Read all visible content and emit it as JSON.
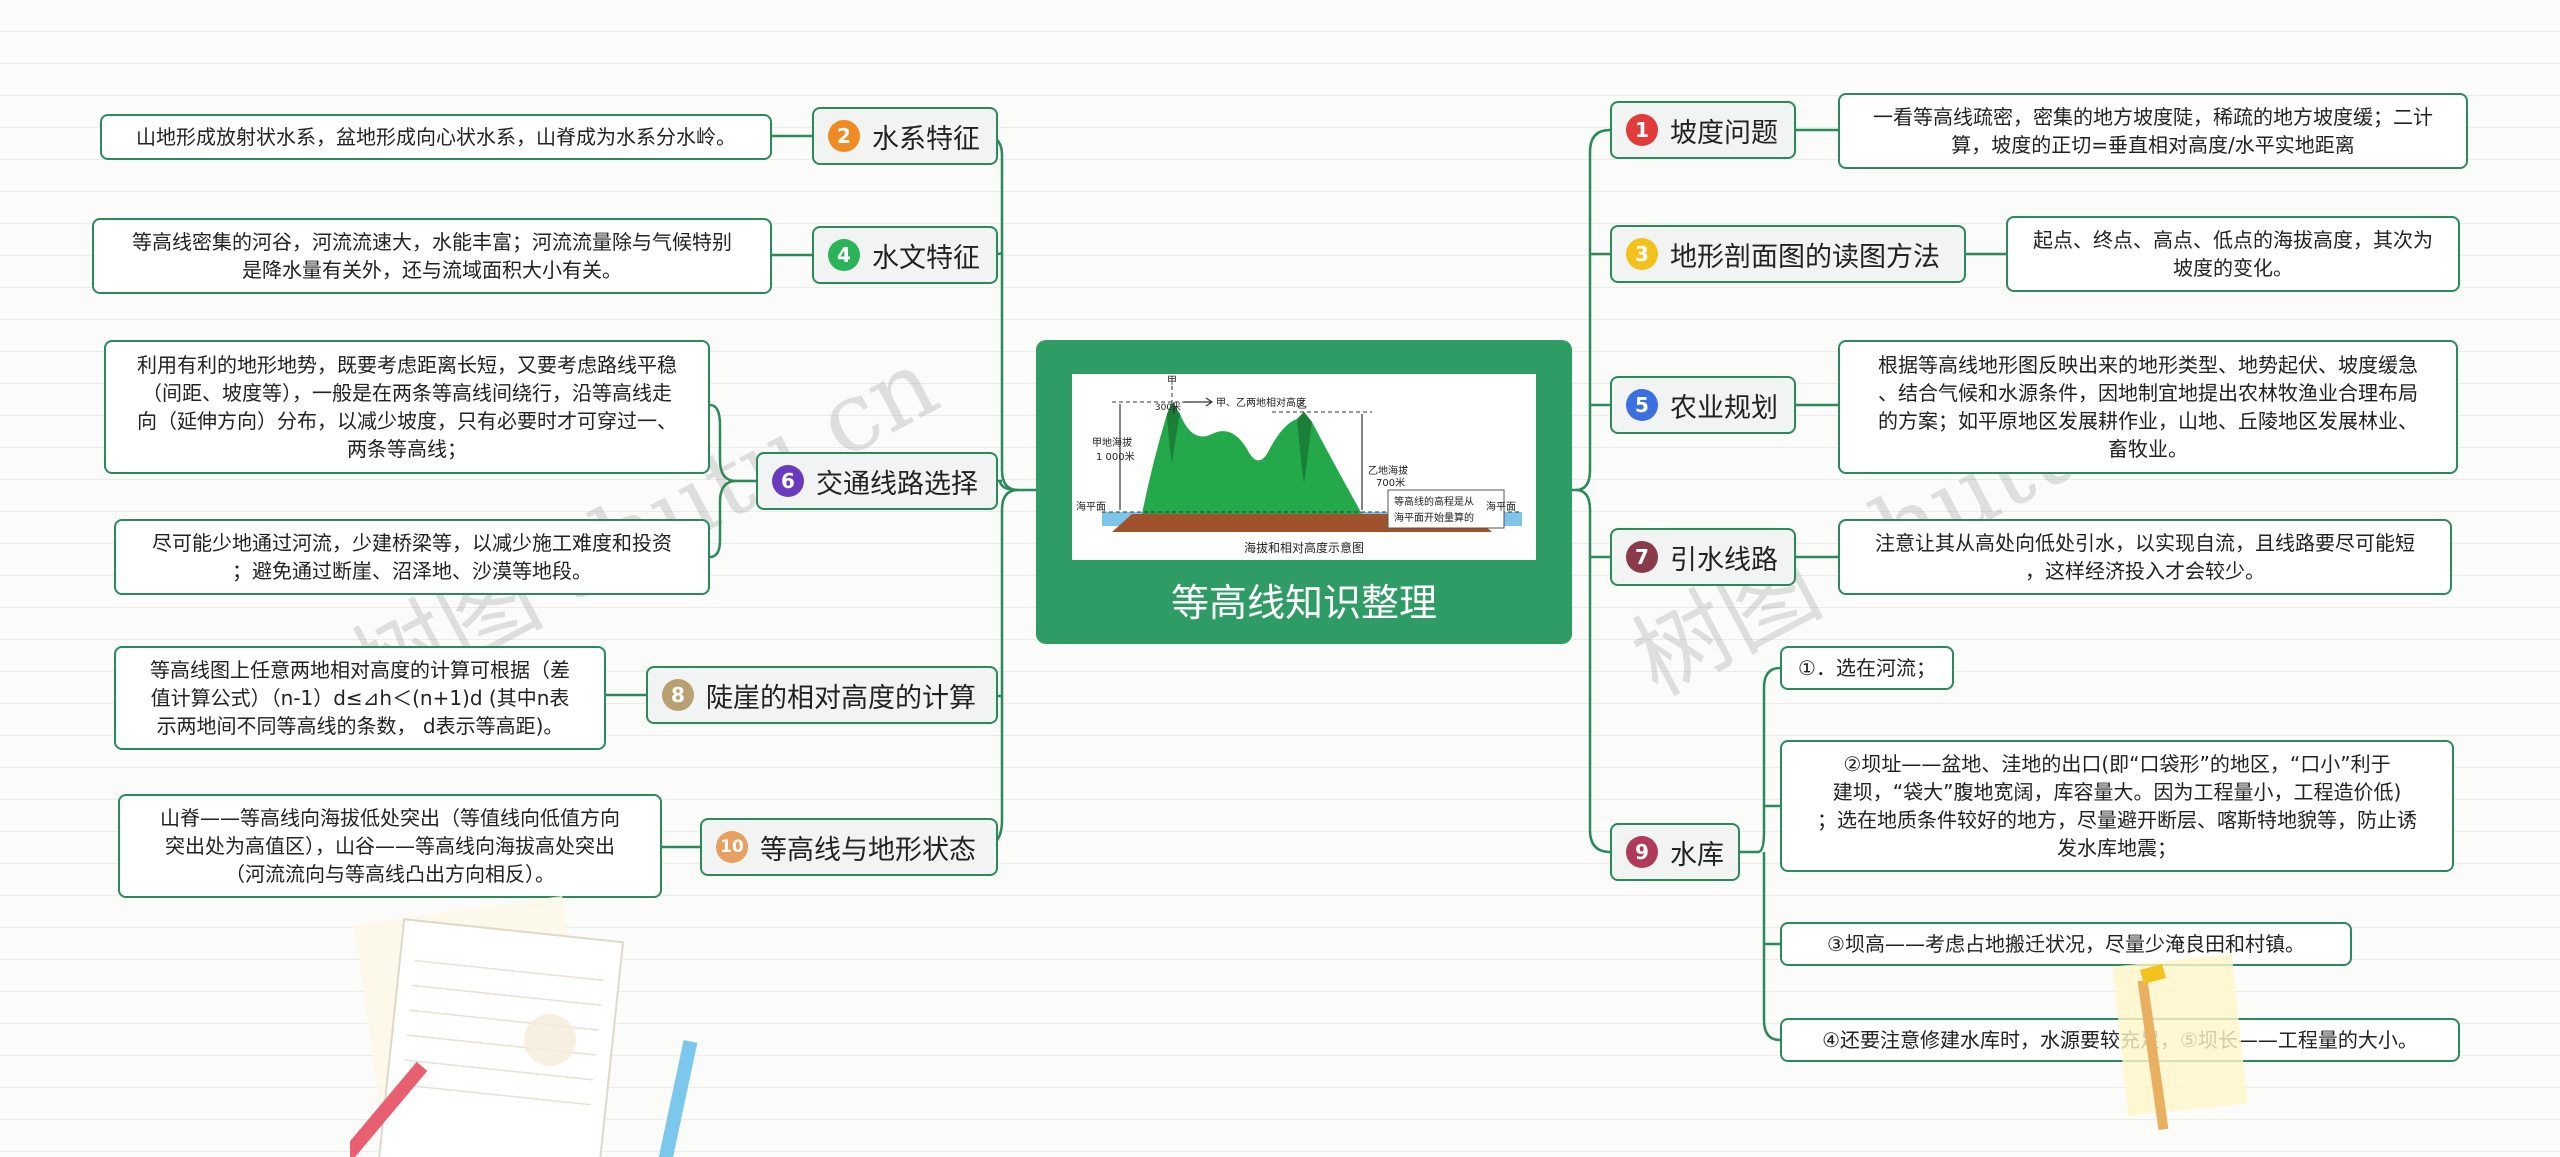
{
  "center": {
    "title": "等高线知识整理",
    "illustration": {
      "caption": "海拔和相对高度示意图",
      "peak_a": "甲",
      "peak_b": "乙",
      "relative_height_label": "甲、乙两地相对高度",
      "relative_height_value": "300米",
      "elevation_a_line1": "甲地海拔",
      "elevation_a_line2": "1 000米",
      "elevation_b_line1": "乙地海拔",
      "elevation_b_line2": "700米",
      "sea_level_left": "海平面",
      "sea_level_right": "海平面",
      "note_line1": "等高线的高程是从",
      "note_line2": "海平面开始量算的"
    }
  },
  "watermark": "树图 shutu.cn",
  "colors": {
    "line": "#2a8a5c",
    "center_bg": "#2e9c64"
  },
  "topics": {
    "t1": {
      "num": "1",
      "color": "#e23b3b",
      "label": "坡度问题"
    },
    "t2": {
      "num": "2",
      "color": "#f08a24",
      "label": "水系特征"
    },
    "t3": {
      "num": "3",
      "color": "#f3c21c",
      "label": "地形剖面图的读图方法"
    },
    "t4": {
      "num": "4",
      "color": "#2bb35a",
      "label": "水文特征"
    },
    "t5": {
      "num": "5",
      "color": "#3c6fe0",
      "label": "农业规划"
    },
    "t6": {
      "num": "6",
      "color": "#6a3bbf",
      "label": "交通线路选择"
    },
    "t7": {
      "num": "7",
      "color": "#8a3a4a",
      "label": "引水线路"
    },
    "t8": {
      "num": "8",
      "color": "#b8a070",
      "label": "陡崖的相对高度的计算"
    },
    "t9": {
      "num": "9",
      "color": "#b03a5a",
      "label": "水库"
    },
    "t10": {
      "num": "10",
      "color": "#e8a060",
      "label": "等高线与地形状态"
    }
  },
  "leaves": {
    "t1": [
      "一看等高线疏密，密集的地方坡度陡，稀疏的地方坡度缓；二计",
      "算，坡度的正切=垂直相对高度/水平实地距离"
    ],
    "t2": [
      "山地形成放射状水系，盆地形成向心状水系，山脊成为水系分水岭。"
    ],
    "t3": [
      "起点、终点、高点、低点的海拔高度，其次为",
      "坡度的变化。"
    ],
    "t4": [
      "等高线密集的河谷，河流流速大，水能丰富；河流流量除与气候特别",
      "是降水量有关外，还与流域面积大小有关。"
    ],
    "t5": [
      "根据等高线地形图反映出来的地形类型、地势起伏、坡度缓急",
      "、结合气候和水源条件，因地制宜地提出农林牧渔业合理布局",
      "的方案；如平原地区发展耕作业，山地、丘陵地区发展林业、",
      "畜牧业。"
    ],
    "t6a": [
      "利用有利的地形地势，既要考虑距离长短，又要考虑路线平稳",
      "（间距、坡度等），一般是在两条等高线间绕行，沿等高线走",
      "向（延伸方向）分布，以减少坡度，只有必要时才可穿过一、",
      "两条等高线；"
    ],
    "t6b": [
      "尽可能少地通过河流，少建桥梁等，以减少施工难度和投资",
      "；避免通过断崖、沼泽地、沙漠等地段。"
    ],
    "t7": [
      "注意让其从高处向低处引水，以实现自流，且线路要尽可能短",
      "，这样经济投入才会较少。"
    ],
    "t8": [
      "等高线图上任意两地相对高度的计算可根据（差",
      "值计算公式）（n-1）d≤⊿h＜(n+1)d (其中n表",
      "示两地间不同等高线的条数， d表示等高距)。"
    ],
    "t9a": [
      "①．选在河流；"
    ],
    "t9b": [
      "②坝址——盆地、洼地的出口(即“口袋形”的地区，“口小”利于",
      "建坝，“袋大”腹地宽阔，库容量大。因为工程量小，工程造价低)",
      "；选在地质条件较好的地方，尽量避开断层、喀斯特地貌等，防止诱",
      "发水库地震；"
    ],
    "t9c": [
      "③坝高——考虑占地搬迁状况，尽量少淹良田和村镇。"
    ],
    "t9d": [
      "④还要注意修建水库时，水源要较充足，⑤坝长——工程量的大小。"
    ],
    "t10": [
      "山脊——等高线向海拔低处突出（等值线向低值方向",
      "突出处为高值区），山谷——等高线向海拔高处突出",
      "（河流流向与等高线凸出方向相反）。"
    ]
  }
}
